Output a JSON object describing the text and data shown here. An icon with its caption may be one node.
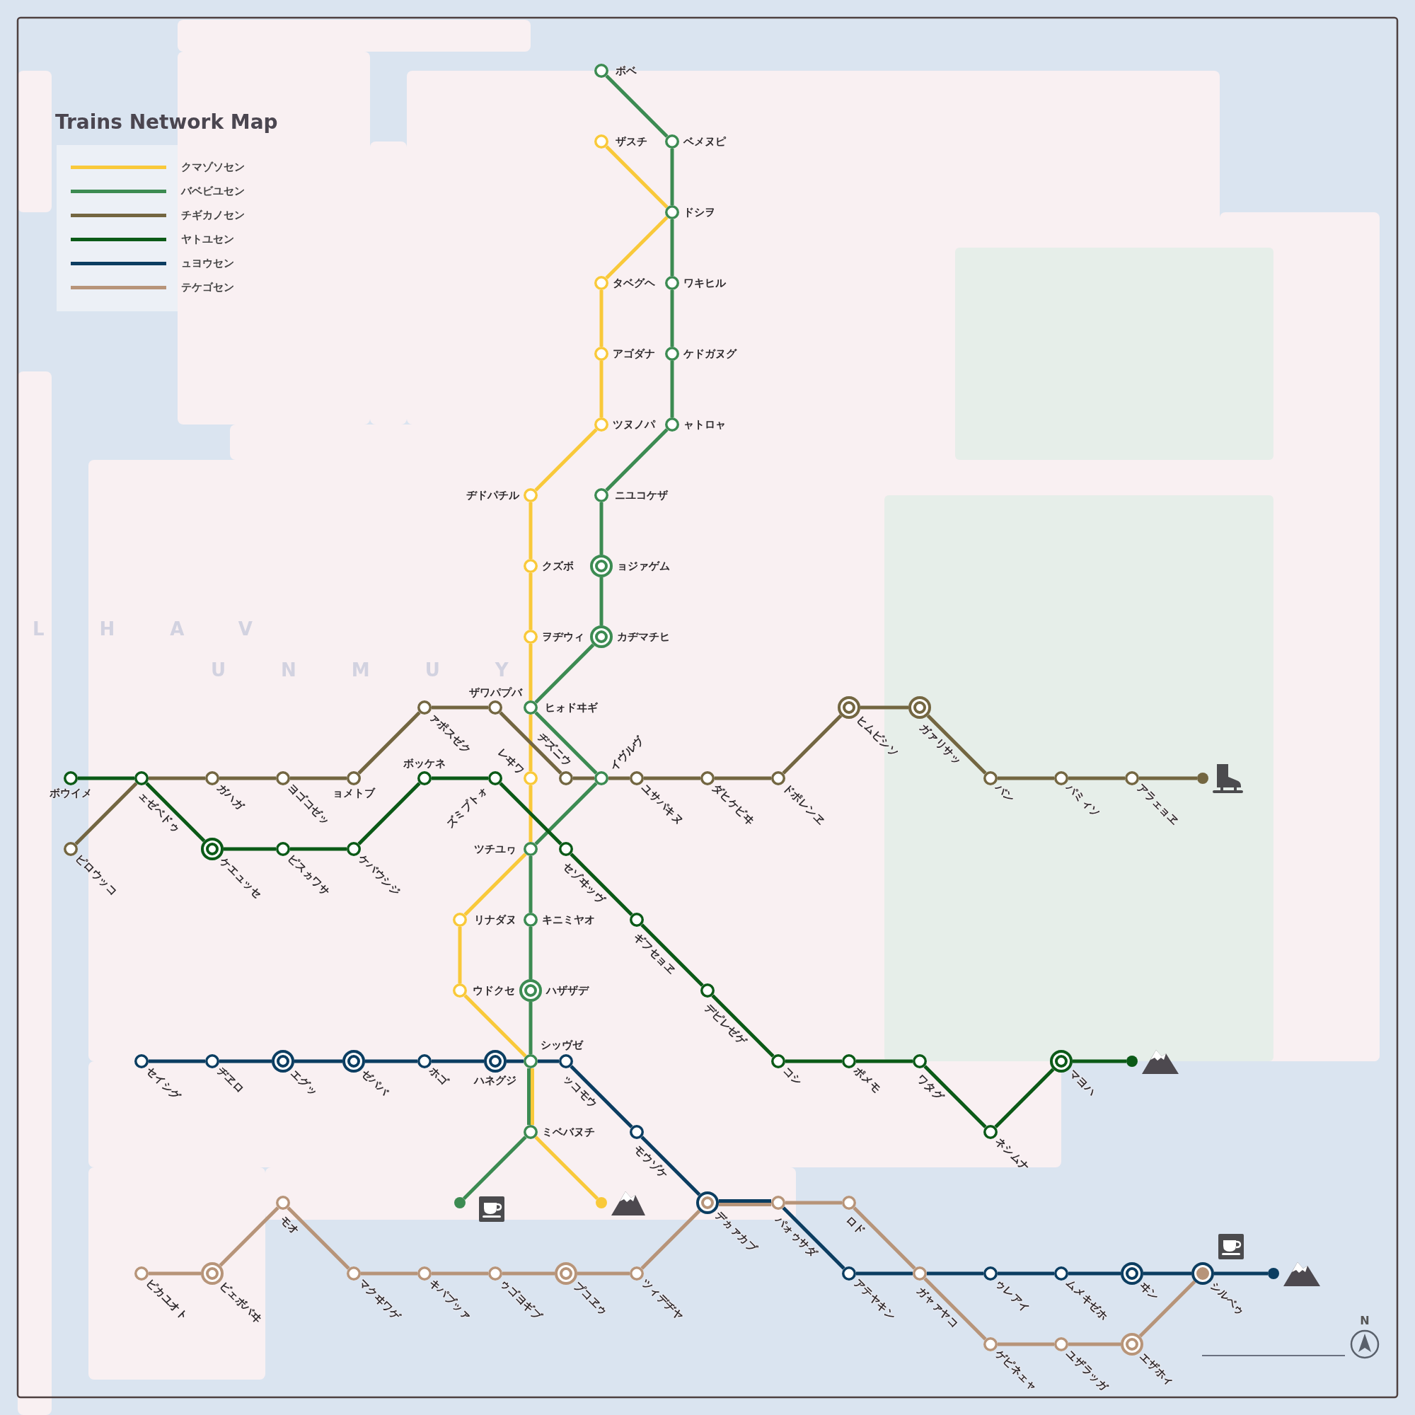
{
  "diagram": {
    "title": "Trains Network Map",
    "nodes": [
      {
        "text": [
          "ボベ"
        ]
      },
      {
        "text": [
          "ザスチ"
        ]
      },
      {
        "text": [
          "ベメヌピ"
        ]
      },
      {
        "text": [
          "ドシヲ"
        ]
      },
      {
        "text": [
          "タベグヘ"
        ]
      },
      {
        "text": [
          "ワキヒル"
        ]
      },
      {
        "text": [
          "アゴダナ"
        ]
      },
      {
        "text": [
          "ケドガヌグ"
        ]
      },
      {
        "text": [
          "ツヌノパ"
        ]
      },
      {
        "text": [
          "ャトロャ"
        ]
      },
      {
        "text": [
          "ヂドパチル"
        ]
      },
      {
        "text": [
          "ニユコケザ"
        ]
      },
      {
        "text": [
          "クズボ"
        ]
      },
      {
        "text": [
          "ョジァゲム"
        ]
      },
      {
        "text": [
          "ヲヂウィ"
        ]
      },
      {
        "text": [
          "カヂマチヒ"
        ]
      },
      {
        "text": [
          "ァポスゼク"
        ]
      },
      {
        "text": [
          "ザワパプバ"
        ]
      },
      {
        "text": [
          "ヒォドヰギ"
        ]
      },
      {
        "text": [
          "ヒムビシソ"
        ]
      },
      {
        "text": [
          "ガァリサッ"
        ]
      },
      {
        "text": [
          "ボウイメ"
        ]
      },
      {
        "text": [
          "ェゼベドゥ"
        ]
      },
      {
        "text": [
          "ガハガ"
        ]
      },
      {
        "text": [
          "ヨゴコゼッ"
        ]
      },
      {
        "text": [
          "ョメトブ"
        ]
      },
      {
        "text": [
          "ボッケネ"
        ]
      },
      {
        "text": [
          "ズミプトォ"
        ]
      },
      {
        "text": [
          "レヰワ"
        ]
      },
      {
        "text": [
          "ヂズニウ"
        ]
      },
      {
        "text": [
          "イヴルヴ"
        ]
      },
      {
        "text": [
          "ユサパキヌ"
        ]
      },
      {
        "text": [
          "ダヒケビヰ"
        ]
      },
      {
        "text": [
          "ドポレンヱ"
        ]
      },
      {
        "text": [
          "バン"
        ]
      },
      {
        "text": [
          "パミィソ"
        ]
      },
      {
        "text": [
          "アラェョヱ"
        ]
      },
      {
        "text": [],
        "shape": "circle"
      },
      {
        "text": [
          "ピロウッコ"
        ]
      },
      {
        "text": [
          "ケエュッセ"
        ]
      },
      {
        "text": [
          "ピスヵワサ"
        ]
      },
      {
        "text": [
          "ケバウシジ"
        ]
      },
      {
        "text": [
          "ツチユヮ"
        ]
      },
      {
        "text": [
          "セゾヰッヴ"
        ]
      },
      {
        "text": [
          "リナダヌ"
        ]
      },
      {
        "text": [
          "キニミヤオ"
        ]
      },
      {
        "text": [
          "ギフセョヱ"
        ]
      },
      {
        "text": [
          "ウドクセ"
        ]
      },
      {
        "text": [
          "ハザザデ"
        ]
      },
      {
        "text": [
          "デピレゼゲ"
        ]
      },
      {
        "text": [
          "セイシグ"
        ]
      },
      {
        "text": [
          "ヂヱロ"
        ]
      },
      {
        "text": [
          "エグッ"
        ]
      },
      {
        "text": [
          "ゼパバ"
        ]
      },
      {
        "text": [
          "ホゴ"
        ]
      },
      {
        "text": [
          "ハネグジ"
        ]
      },
      {
        "text": [
          "シッヴゼ"
        ]
      },
      {
        "text": [
          "ッコモウ"
        ]
      },
      {
        "text": [
          "コシ"
        ]
      },
      {
        "text": [
          "ポメモ"
        ]
      },
      {
        "text": [
          "ワタグ"
        ]
      },
      {
        "text": [
          "マヨハ"
        ]
      },
      {
        "text": [],
        "shape": "circle"
      },
      {
        "text": [
          "ミベバヌチ"
        ]
      },
      {
        "text": [
          "モウゾケ"
        ]
      },
      {
        "text": [
          "ネシムナ"
        ]
      },
      {
        "text": [
          "モオ"
        ]
      },
      {
        "text": [],
        "shape": "circle"
      },
      {
        "text": [],
        "shape": "circle"
      },
      {
        "text": [
          "デヵァカブ"
        ]
      },
      {
        "text": [
          "パォゥサダ"
        ]
      },
      {
        "text": [
          "ロド"
        ]
      },
      {
        "text": [
          "ピカユオト"
        ]
      },
      {
        "text": [
          "ビェボバヰ"
        ]
      },
      {
        "text": [
          "マクヰワゲ"
        ]
      },
      {
        "text": [
          "キパブッァ"
        ]
      },
      {
        "text": [
          "ゥゴヨギブ"
        ]
      },
      {
        "text": [
          "プコヱゥ"
        ]
      },
      {
        "text": [
          "ツィデヂヤ"
        ]
      },
      {
        "text": [
          "アテヤキン"
        ]
      },
      {
        "text": [
          "ガャァヤコ"
        ]
      },
      {
        "text": [
          "ゥレアイ"
        ]
      },
      {
        "text": [
          "ムメキゼホ"
        ]
      },
      {
        "text": [
          "ヰン"
        ]
      },
      {
        "text": [
          "シルベゥ"
        ]
      },
      {
        "text": [],
        "shape": "circle"
      },
      {
        "text": [
          "ゲピネェャ"
        ]
      },
      {
        "text": [
          "ユザラッガ"
        ]
      },
      {
        "text": [
          "エザホィ"
        ]
      }
    ],
    "edges": [
      {
        "from": 1,
        "to": 3,
        "arrow": "none",
        "color": "#f9c93a"
      },
      {
        "from": 3,
        "to": 4,
        "arrow": "none",
        "color": "#f9c93a"
      },
      {
        "from": 4,
        "to": 6,
        "arrow": "none",
        "color": "#f9c93a"
      },
      {
        "from": 6,
        "to": 8,
        "arrow": "none",
        "color": "#f9c93a"
      },
      {
        "from": 8,
        "to": 10,
        "arrow": "none",
        "color": "#f9c93a"
      },
      {
        "from": 10,
        "to": 12,
        "arrow": "none",
        "color": "#f9c93a"
      },
      {
        "from": 12,
        "to": 14,
        "arrow": "none",
        "color": "#f9c93a"
      },
      {
        "from": 14,
        "to": 18,
        "arrow": "none",
        "color": "#f9c93a"
      },
      {
        "from": 18,
        "to": 28,
        "arrow": "none",
        "color": "#f9c93a"
      },
      {
        "from": 28,
        "to": 42,
        "arrow": "none",
        "color": "#f9c93a"
      },
      {
        "from": 42,
        "to": 44,
        "arrow": "none",
        "color": "#f9c93a"
      },
      {
        "from": 44,
        "to": 47,
        "arrow": "none",
        "color": "#f9c93a"
      },
      {
        "from": 47,
        "to": 56,
        "arrow": "none",
        "color": "#f9c93a"
      },
      {
        "from": 56,
        "to": 63,
        "arrow": "none",
        "color": "#f9c93a"
      },
      {
        "from": 63,
        "to": 68,
        "arrow": "none",
        "color": "#f9c93a"
      },
      {
        "from": 0,
        "to": 2,
        "arrow": "none",
        "color": "#3c8b52"
      },
      {
        "from": 2,
        "to": 3,
        "arrow": "none",
        "color": "#3c8b52"
      },
      {
        "from": 3,
        "to": 5,
        "arrow": "none",
        "color": "#3c8b52"
      },
      {
        "from": 5,
        "to": 7,
        "arrow": "none",
        "color": "#3c8b52"
      },
      {
        "from": 7,
        "to": 9,
        "arrow": "none",
        "color": "#3c8b52"
      },
      {
        "from": 9,
        "to": 11,
        "arrow": "none",
        "color": "#3c8b52"
      },
      {
        "from": 11,
        "to": 13,
        "arrow": "none",
        "color": "#3c8b52"
      },
      {
        "from": 13,
        "to": 15,
        "arrow": "none",
        "color": "#3c8b52"
      },
      {
        "from": 15,
        "to": 18,
        "arrow": "none",
        "color": "#3c8b52"
      },
      {
        "from": 18,
        "to": 30,
        "arrow": "none",
        "color": "#3c8b52"
      },
      {
        "from": 30,
        "to": 42,
        "arrow": "none",
        "color": "#3c8b52"
      },
      {
        "from": 42,
        "to": 45,
        "arrow": "none",
        "color": "#3c8b52"
      },
      {
        "from": 45,
        "to": 48,
        "arrow": "none",
        "color": "#3c8b52"
      },
      {
        "from": 48,
        "to": 56,
        "arrow": "none",
        "color": "#3c8b52"
      },
      {
        "from": 56,
        "to": 63,
        "arrow": "none",
        "color": "#3c8b52"
      },
      {
        "from": 63,
        "to": 67,
        "arrow": "none",
        "color": "#3c8b52"
      },
      {
        "from": 38,
        "to": 22,
        "arrow": "none",
        "color": "#736641"
      },
      {
        "from": 22,
        "to": 23,
        "arrow": "none",
        "color": "#736641"
      },
      {
        "from": 23,
        "to": 24,
        "arrow": "none",
        "color": "#736641"
      },
      {
        "from": 24,
        "to": 25,
        "arrow": "none",
        "color": "#736641"
      },
      {
        "from": 25,
        "to": 16,
        "arrow": "none",
        "color": "#736641"
      },
      {
        "from": 16,
        "to": 17,
        "arrow": "none",
        "color": "#736641"
      },
      {
        "from": 17,
        "to": 29,
        "arrow": "none",
        "color": "#736641"
      },
      {
        "from": 29,
        "to": 30,
        "arrow": "none",
        "color": "#736641"
      },
      {
        "from": 30,
        "to": 31,
        "arrow": "none",
        "color": "#736641"
      },
      {
        "from": 31,
        "to": 32,
        "arrow": "none",
        "color": "#736641"
      },
      {
        "from": 32,
        "to": 33,
        "arrow": "none",
        "color": "#736641"
      },
      {
        "from": 33,
        "to": 19,
        "arrow": "none",
        "color": "#736641"
      },
      {
        "from": 19,
        "to": 20,
        "arrow": "none",
        "color": "#736641"
      },
      {
        "from": 20,
        "to": 34,
        "arrow": "none",
        "color": "#736641"
      },
      {
        "from": 34,
        "to": 35,
        "arrow": "none",
        "color": "#736641"
      },
      {
        "from": 35,
        "to": 36,
        "arrow": "none",
        "color": "#736641"
      },
      {
        "from": 36,
        "to": 37,
        "arrow": "none",
        "color": "#736641"
      },
      {
        "from": 21,
        "to": 22,
        "arrow": "none",
        "color": "#0b5a17"
      },
      {
        "from": 22,
        "to": 39,
        "arrow": "none",
        "color": "#0b5a17"
      },
      {
        "from": 39,
        "to": 40,
        "arrow": "none",
        "color": "#0b5a17"
      },
      {
        "from": 40,
        "to": 41,
        "arrow": "none",
        "color": "#0b5a17"
      },
      {
        "from": 41,
        "to": 26,
        "arrow": "none",
        "color": "#0b5a17"
      },
      {
        "from": 26,
        "to": 27,
        "arrow": "none",
        "color": "#0b5a17"
      },
      {
        "from": 27,
        "to": 43,
        "arrow": "none",
        "color": "#0b5a17"
      },
      {
        "from": 43,
        "to": 46,
        "arrow": "none",
        "color": "#0b5a17"
      },
      {
        "from": 46,
        "to": 49,
        "arrow": "none",
        "color": "#0b5a17"
      },
      {
        "from": 49,
        "to": 58,
        "arrow": "none",
        "color": "#0b5a17"
      },
      {
        "from": 58,
        "to": 59,
        "arrow": "none",
        "color": "#0b5a17"
      },
      {
        "from": 59,
        "to": 60,
        "arrow": "none",
        "color": "#0b5a17"
      },
      {
        "from": 60,
        "to": 65,
        "arrow": "none",
        "color": "#0b5a17"
      },
      {
        "from": 65,
        "to": 61,
        "arrow": "none",
        "color": "#0b5a17"
      },
      {
        "from": 61,
        "to": 62,
        "arrow": "none",
        "color": "#0b5a17"
      },
      {
        "from": 50,
        "to": 51,
        "arrow": "none",
        "color": "#0b3d61"
      },
      {
        "from": 51,
        "to": 52,
        "arrow": "none",
        "color": "#0b3d61"
      },
      {
        "from": 52,
        "to": 53,
        "arrow": "none",
        "color": "#0b3d61"
      },
      {
        "from": 53,
        "to": 54,
        "arrow": "none",
        "color": "#0b3d61"
      },
      {
        "from": 54,
        "to": 55,
        "arrow": "none",
        "color": "#0b3d61"
      },
      {
        "from": 55,
        "to": 56,
        "arrow": "none",
        "color": "#0b3d61"
      },
      {
        "from": 56,
        "to": 57,
        "arrow": "none",
        "color": "#0b3d61"
      },
      {
        "from": 57,
        "to": 64,
        "arrow": "none",
        "color": "#0b3d61"
      },
      {
        "from": 64,
        "to": 69,
        "arrow": "none",
        "color": "#0b3d61"
      },
      {
        "from": 69,
        "to": 70,
        "arrow": "none",
        "color": "#0b3d61"
      },
      {
        "from": 70,
        "to": 79,
        "arrow": "none",
        "color": "#0b3d61"
      },
      {
        "from": 79,
        "to": 80,
        "arrow": "none",
        "color": "#0b3d61"
      },
      {
        "from": 80,
        "to": 81,
        "arrow": "none",
        "color": "#0b3d61"
      },
      {
        "from": 81,
        "to": 82,
        "arrow": "none",
        "color": "#0b3d61"
      },
      {
        "from": 82,
        "to": 83,
        "arrow": "none",
        "color": "#0b3d61"
      },
      {
        "from": 83,
        "to": 84,
        "arrow": "none",
        "color": "#0b3d61"
      },
      {
        "from": 84,
        "to": 85,
        "arrow": "none",
        "color": "#0b3d61"
      },
      {
        "from": 72,
        "to": 73,
        "arrow": "none",
        "color": "#b79479"
      },
      {
        "from": 73,
        "to": 66,
        "arrow": "none",
        "color": "#b79479"
      },
      {
        "from": 66,
        "to": 74,
        "arrow": "none",
        "color": "#b79479"
      },
      {
        "from": 74,
        "to": 75,
        "arrow": "none",
        "color": "#b79479"
      },
      {
        "from": 75,
        "to": 76,
        "arrow": "none",
        "color": "#b79479"
      },
      {
        "from": 76,
        "to": 77,
        "arrow": "none",
        "color": "#b79479"
      },
      {
        "from": 77,
        "to": 78,
        "arrow": "none",
        "color": "#b79479"
      },
      {
        "from": 78,
        "to": 69,
        "arrow": "none",
        "color": "#b79479"
      },
      {
        "from": 69,
        "to": 70,
        "arrow": "none",
        "color": "#b79479"
      },
      {
        "from": 70,
        "to": 71,
        "arrow": "none",
        "color": "#b79479"
      },
      {
        "from": 71,
        "to": 80,
        "arrow": "none",
        "color": "#b79479"
      },
      {
        "from": 80,
        "to": 86,
        "arrow": "none",
        "color": "#b79479"
      },
      {
        "from": 86,
        "to": 87,
        "arrow": "none",
        "color": "#b79479"
      },
      {
        "from": 87,
        "to": 88,
        "arrow": "none",
        "color": "#b79479"
      },
      {
        "from": 88,
        "to": 84,
        "arrow": "none",
        "color": "#b79479"
      }
    ],
    "labels": [
      "LHAV",
      "UNMUY",
      "N"
    ],
    "legend": [
      {
        "text": "クマゾソセン",
        "color": "#f9c93a"
      },
      {
        "text": "バベビユセン",
        "color": "#3c8b52"
      },
      {
        "text": "チギカノセン",
        "color": "#736641"
      },
      {
        "text": "ヤトユセン",
        "color": "#0b5a17"
      },
      {
        "text": "ュヨウセン",
        "color": "#0b3d61"
      },
      {
        "text": "テケゴセン",
        "color": "#b79479"
      }
    ]
  }
}
